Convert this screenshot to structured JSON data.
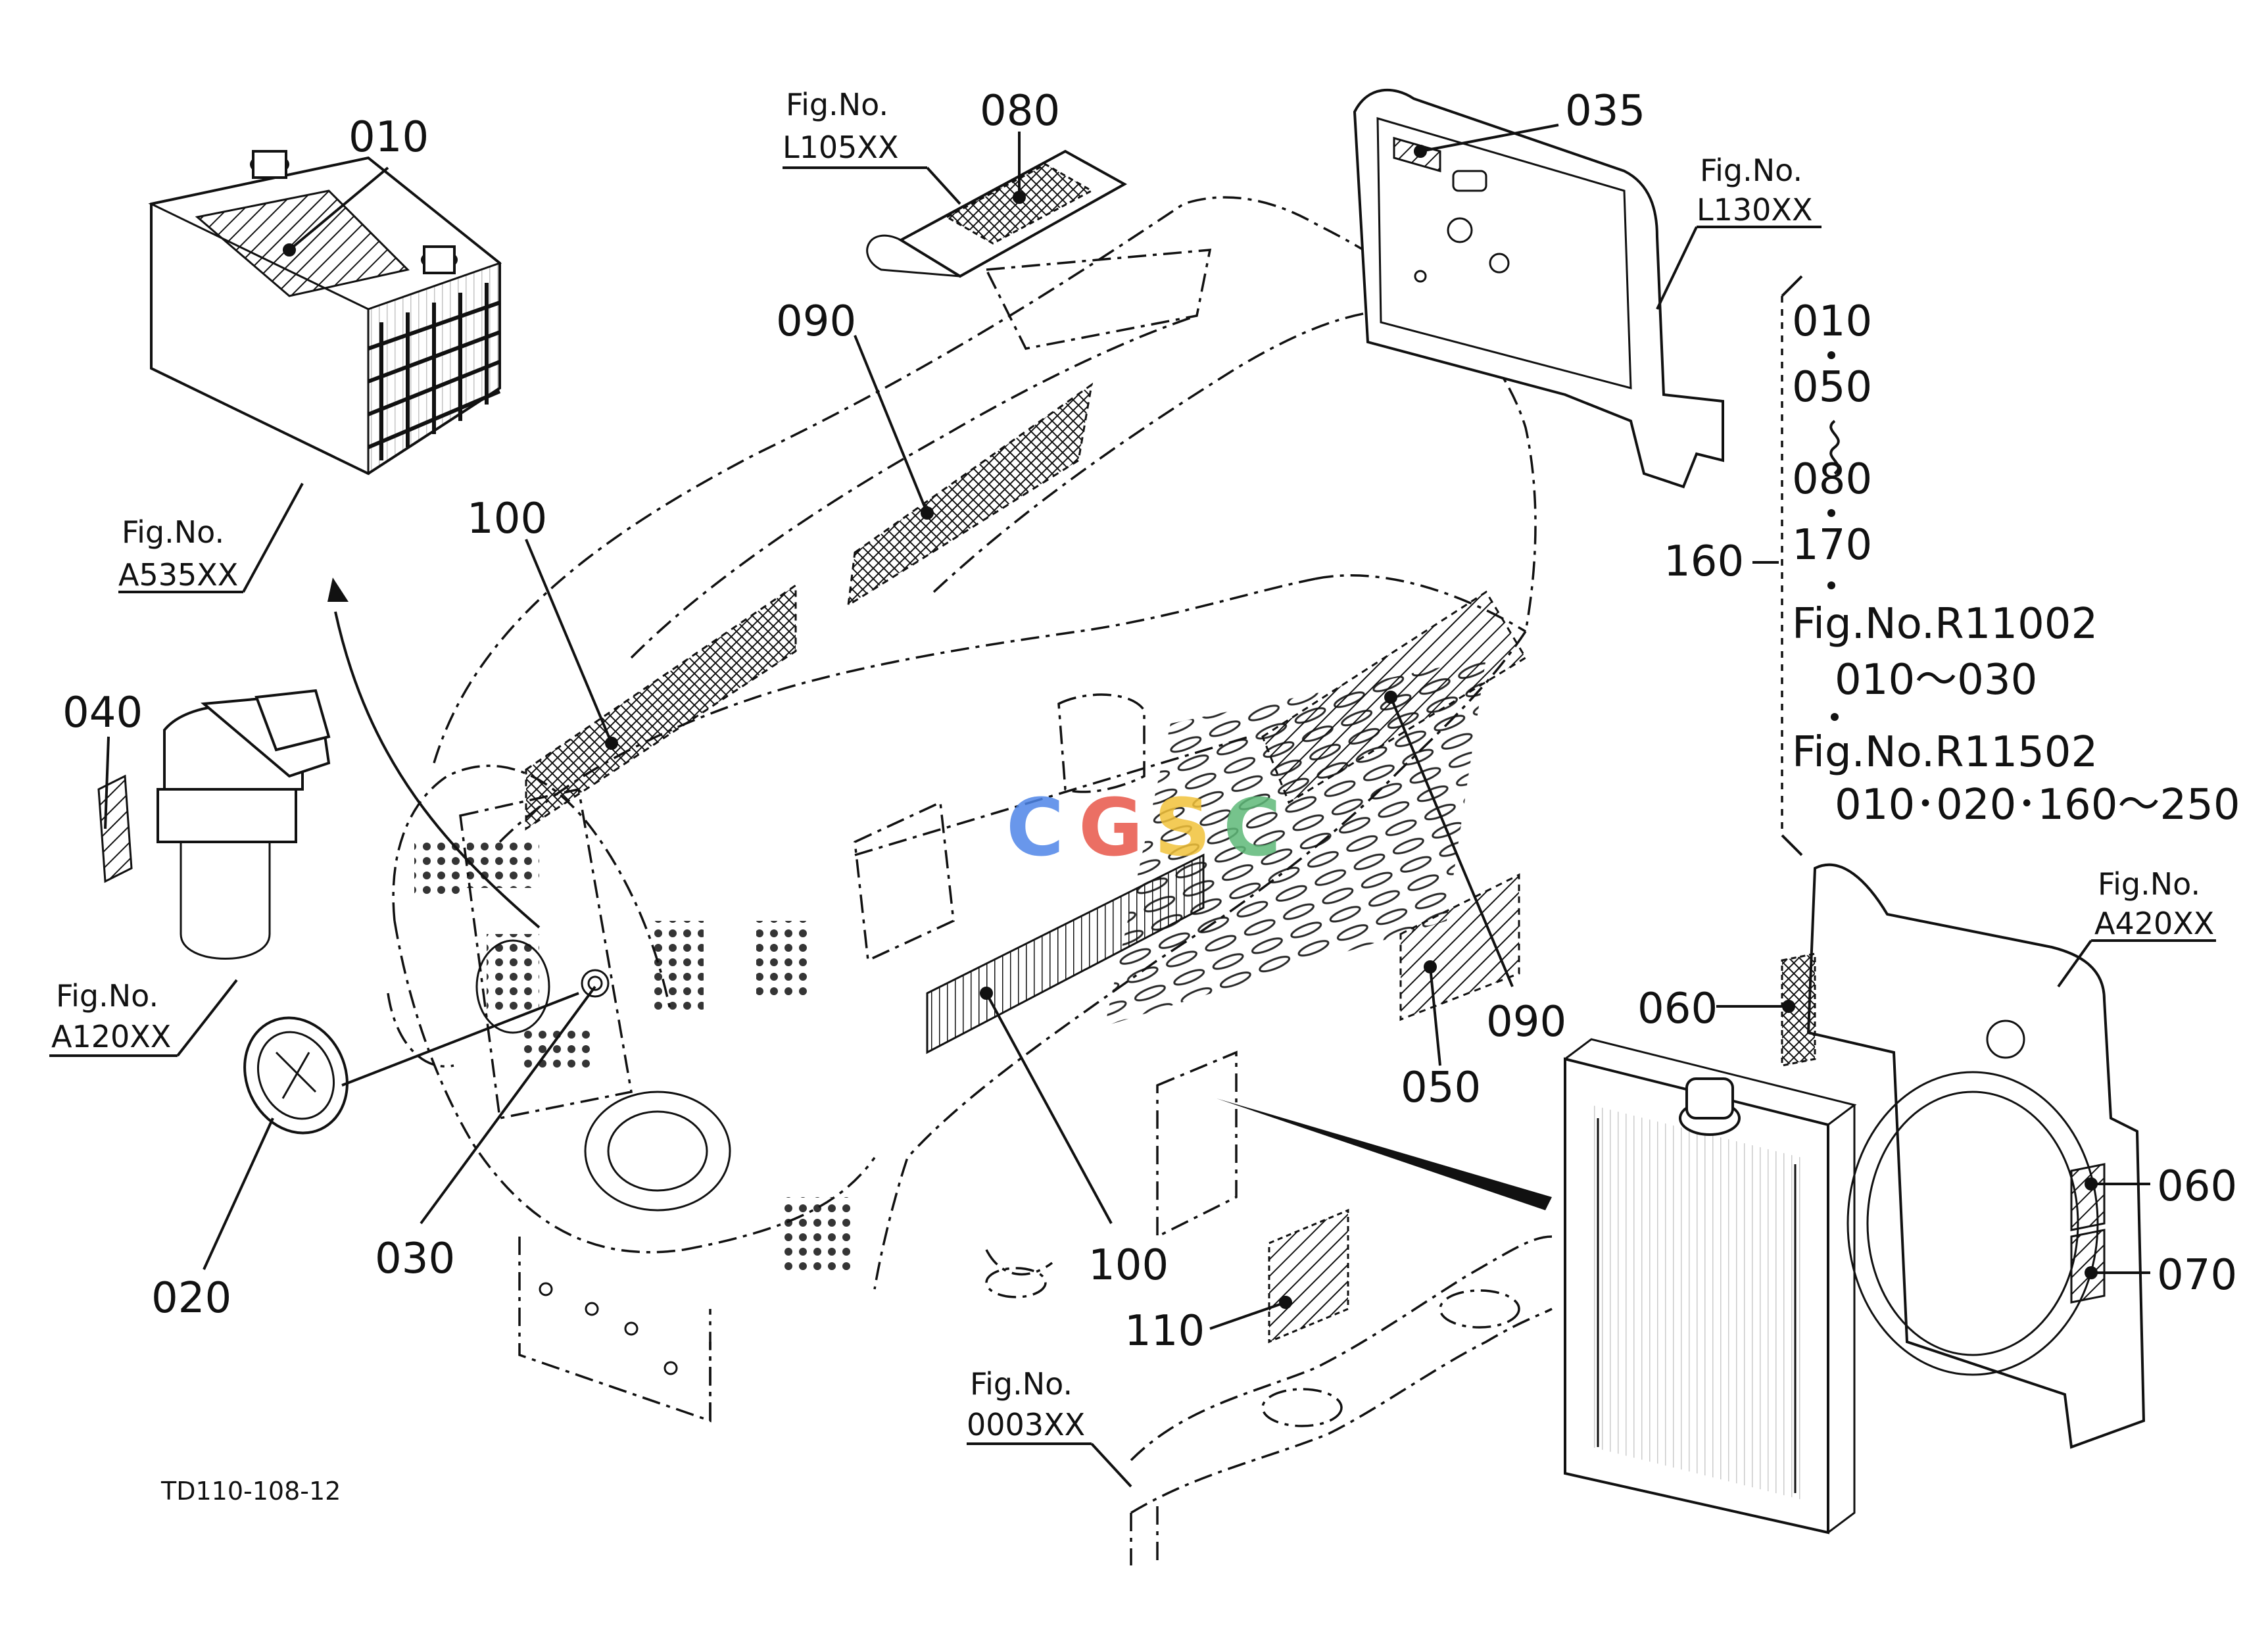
{
  "callouts": {
    "c010": "010",
    "c080": "080",
    "c035": "035",
    "c090a": "090",
    "c100a": "100",
    "c040": "040",
    "c160": "160",
    "c060a": "060",
    "c050": "050",
    "c090b": "090",
    "c060b": "060",
    "c070": "070",
    "c030": "030",
    "c020": "020",
    "c100b": "100",
    "c110": "110"
  },
  "figrefs": {
    "l105": {
      "title": "Fig.No.",
      "code": "L105XX"
    },
    "l130": {
      "title": "Fig.No.",
      "code": "L130XX"
    },
    "a535": {
      "title": "Fig.No.",
      "code": "A535XX"
    },
    "a120": {
      "title": "Fig.No.",
      "code": "A120XX"
    },
    "a420": {
      "title": "Fig.No.",
      "code": "A420XX"
    },
    "f0003": {
      "title": "Fig.No.",
      "code": "0003XX"
    }
  },
  "set_list": {
    "l1": "010",
    "l2": "050",
    "l3": "080",
    "l4": "170",
    "l5": "Fig.No.R11002",
    "l6": "010～030",
    "l7": "Fig.No.R11502",
    "l8": "010･020･160～250"
  },
  "drawing_code": "TD110-108-12",
  "watermark": {
    "letters": [
      "C",
      "G",
      "S",
      "C"
    ],
    "colors": [
      "#4f86e8",
      "#e8574a",
      "#f2c23a",
      "#5fb978"
    ]
  }
}
